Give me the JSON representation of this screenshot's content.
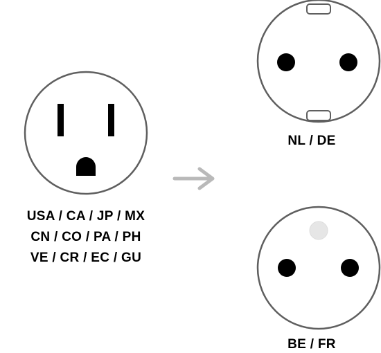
{
  "colors": {
    "outline": "#5f5f5f",
    "hole": "#000000",
    "arrow": "#b9b9b9",
    "pin": "#e6e6e6",
    "background": "#ffffff"
  },
  "sockets": {
    "source": {
      "type": "Type B",
      "caption_lines": [
        "USA / CA / JP / MX",
        "CN / CO / PA / PH",
        "VE / CR / EC / GU"
      ]
    },
    "target_top": {
      "type": "Type F",
      "caption": "NL / DE"
    },
    "target_bottom": {
      "type": "Type E",
      "caption": "BE / FR"
    }
  },
  "arrow": {
    "icon": "right-arrow-icon"
  }
}
